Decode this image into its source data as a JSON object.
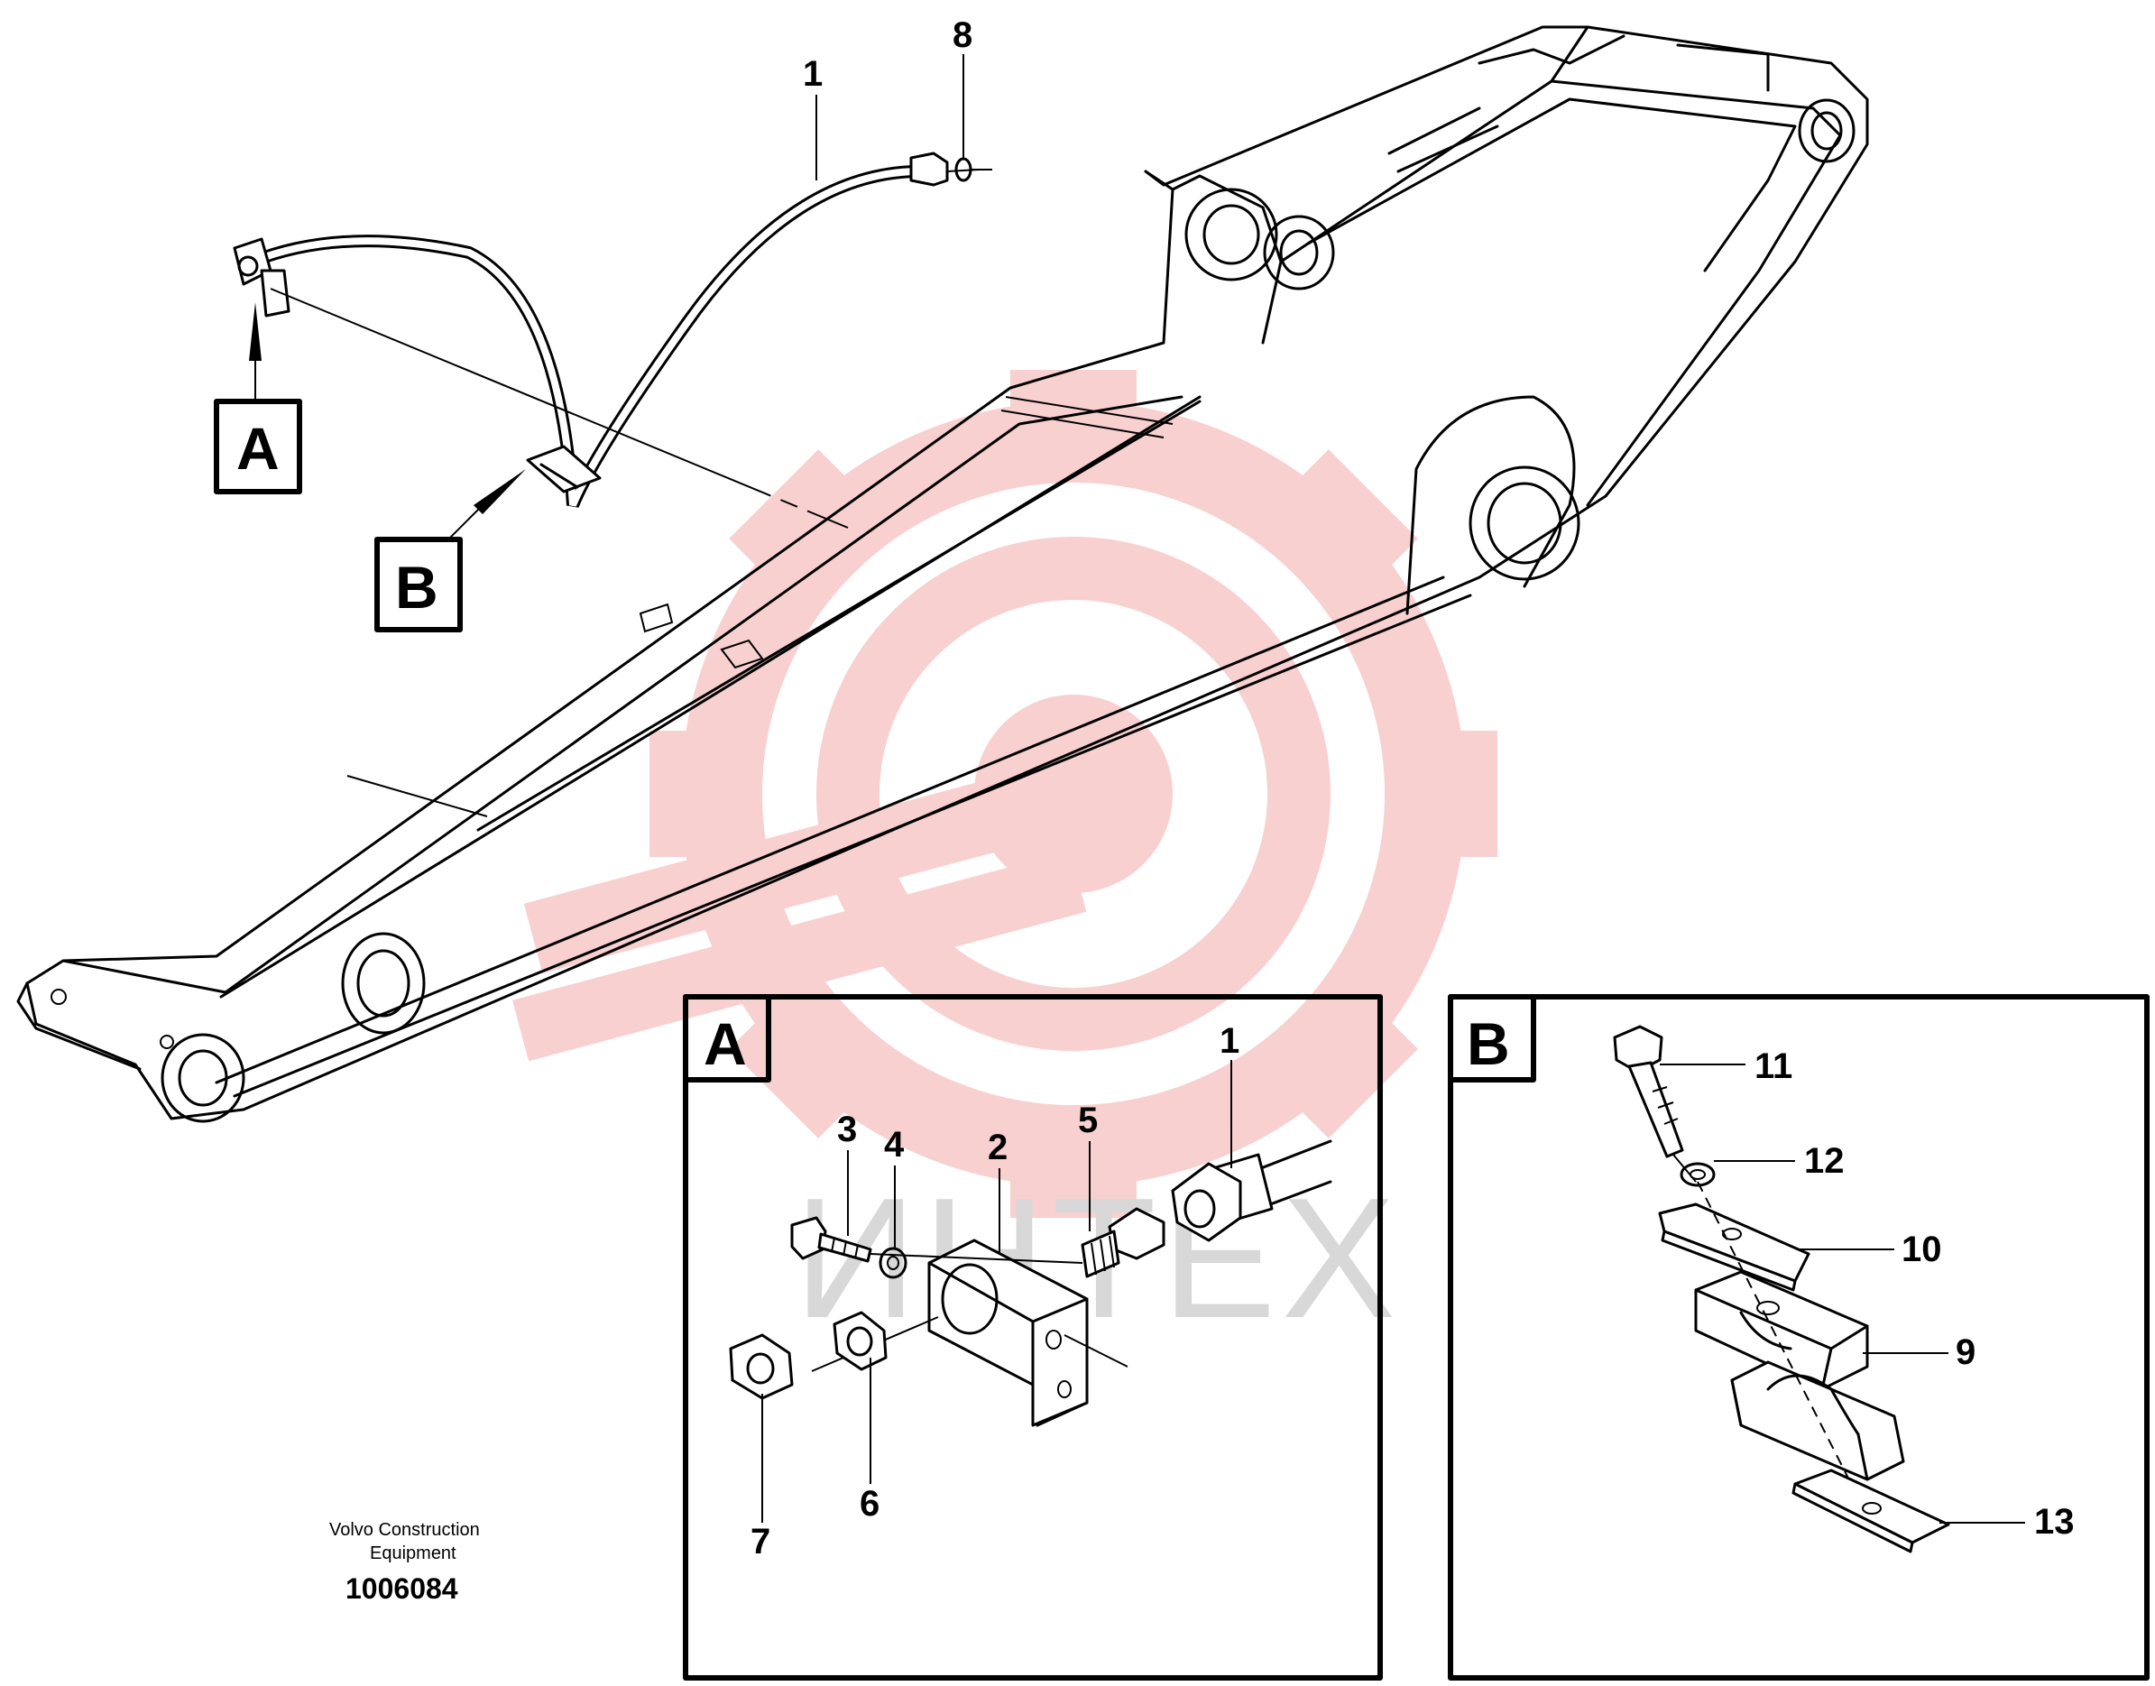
{
  "overview": {
    "callouts": {
      "hose": "1",
      "o_ring": "8"
    },
    "view_markers": {
      "a": "A",
      "b": "B"
    }
  },
  "detail_a": {
    "letter": "A",
    "callouts": {
      "hose": "1",
      "bracket": "2",
      "screw": "3",
      "washer": "4",
      "nipple": "5",
      "nut": "6",
      "lock_nut": "7"
    }
  },
  "detail_b": {
    "letter": "B",
    "callouts": {
      "screw": "11",
      "washer": "12",
      "plate_top": "10",
      "clamp_upper": "9",
      "plate_bottom": "13"
    }
  },
  "watermark": {
    "text": "ИНТЕХ",
    "color": "#f4aaaa"
  },
  "credit": {
    "line1": "Volvo Construction",
    "line2": "Equipment",
    "number": "1006084"
  }
}
